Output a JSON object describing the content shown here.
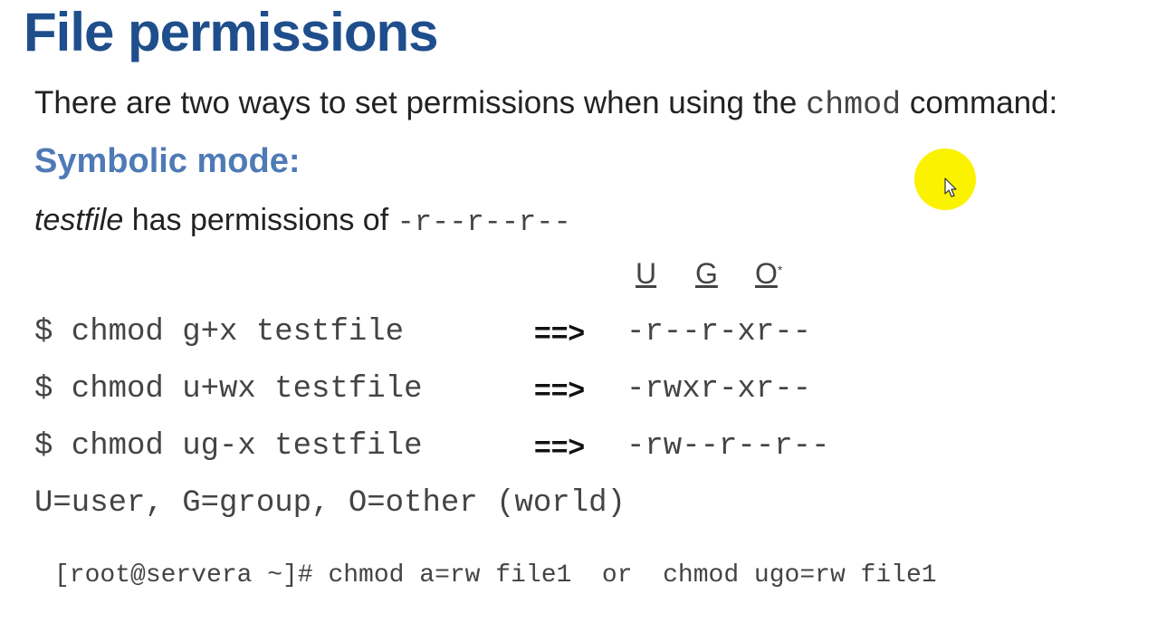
{
  "slide": {
    "title": "File permissions",
    "intro": {
      "before": "There are two ways to set permissions when using the ",
      "code": "chmod",
      "after": " command:"
    },
    "subheading": "Symbolic mode:",
    "file_line": {
      "filename": "testfile",
      "text": " has permissions of ",
      "permissions": "-r--r--r--"
    },
    "ugo_header": {
      "u": "U",
      "g": "G",
      "o": "O",
      "o_mark": "*"
    },
    "arrow_symbol": "==>",
    "examples": [
      {
        "command": "$ chmod g+x testfile",
        "result": "-r--r-xr--"
      },
      {
        "command": "$ chmod u+wx testfile",
        "result": "-rwxr-xr--"
      },
      {
        "command": "$ chmod ug-x testfile",
        "result": "-rw--r--r--"
      }
    ],
    "legend": "U=user, G=group, O=other (world)",
    "bottom_line": "[root@servera ~]# chmod a=rw file1  or  chmod ugo=rw file1"
  },
  "colors": {
    "title": "#1f4e8c",
    "subheading": "#4e7ab6",
    "cursor_highlight": "#fbf200"
  },
  "icons": {
    "cursor": "mouse-pointer-icon"
  }
}
